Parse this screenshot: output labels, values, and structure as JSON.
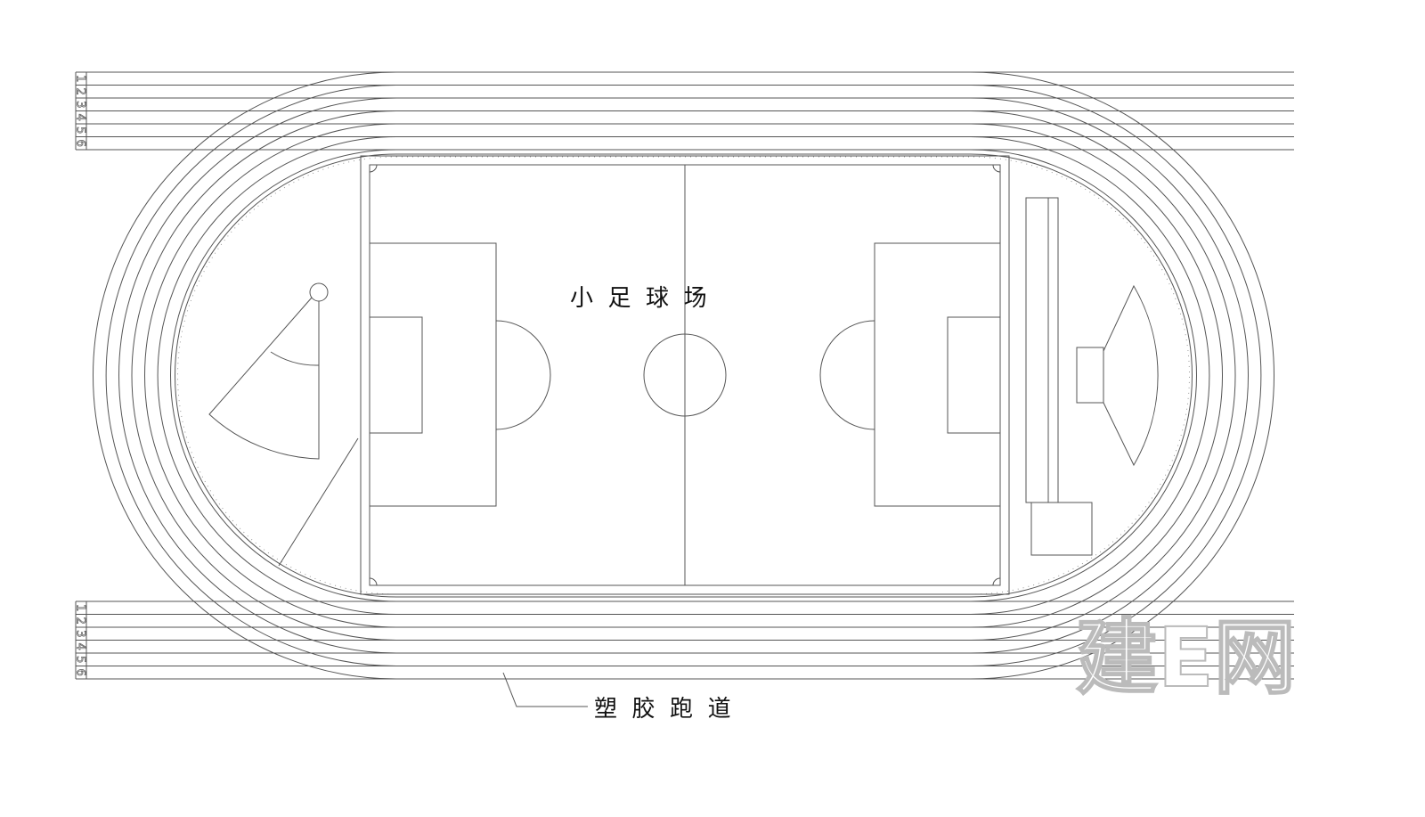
{
  "field_label": "小  足  球  场",
  "track_label": "塑  胶  跑  道",
  "lane_numbers_top": [
    "1",
    "2",
    "3",
    "4",
    "5",
    "6"
  ],
  "lane_numbers_bottom": [
    "1",
    "2",
    "3",
    "4",
    "5",
    "6"
  ],
  "watermark": "建E网",
  "colors": {
    "line": "#555555",
    "text": "#111111",
    "background": "#ffffff"
  }
}
